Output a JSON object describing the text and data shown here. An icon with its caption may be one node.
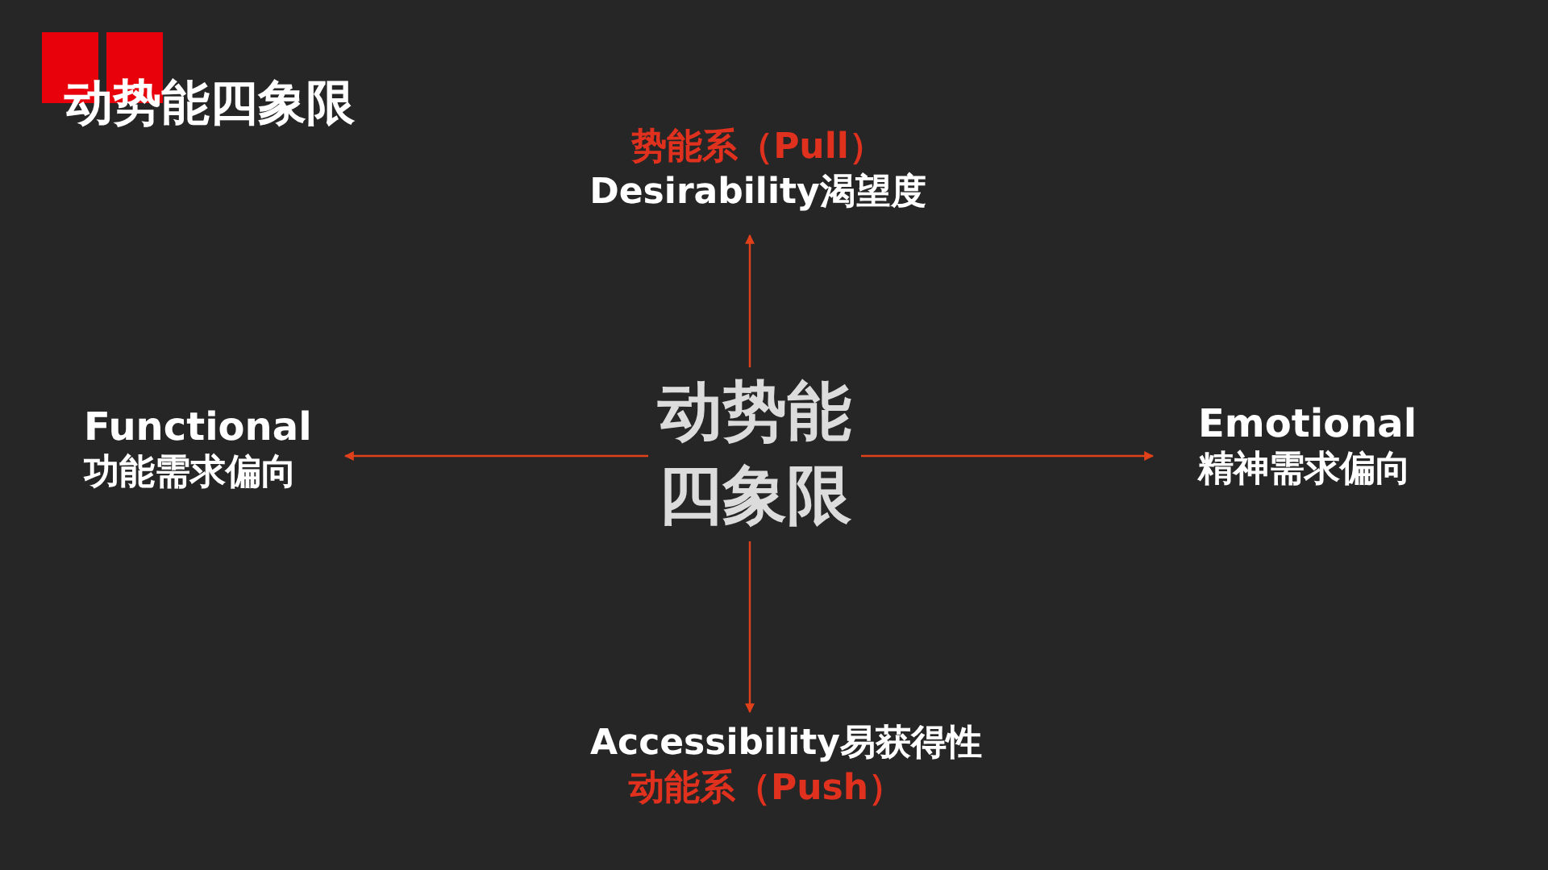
{
  "diagram": {
    "title": "动势能四象限",
    "nodes": [
      {
        "text": [
          "动势能四象限"
        ]
      },
      {
        "text": [
          "势能系（Pull）",
          "Desirability渴望度"
        ]
      },
      {
        "text": [
          "Functional",
          "功能需求偏向"
        ]
      },
      {
        "text": [
          "Emotional",
          "精神需求偏向"
        ]
      },
      {
        "text": [
          "Accessibility易获得性",
          "动能系（Push）"
        ]
      }
    ],
    "edges": [
      {
        "from": 0,
        "to": 1,
        "arrow": "to"
      },
      {
        "from": 0,
        "to": 2,
        "arrow": "to"
      },
      {
        "from": 0,
        "to": 3,
        "arrow": "to"
      },
      {
        "from": 0,
        "to": 4,
        "arrow": "to"
      }
    ]
  }
}
